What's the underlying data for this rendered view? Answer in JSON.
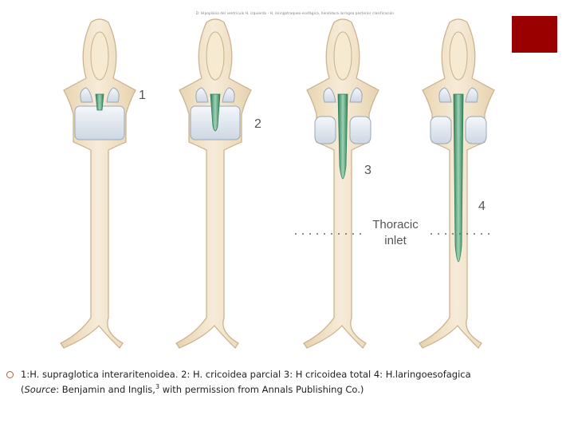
{
  "header": {
    "tiny_caption": "D. Hipoplasia del ventrículo H. izquierdo - H. laringotraqueo-esofágica, hendidura laríngea posterior clasificación"
  },
  "figure": {
    "labels": {
      "type1": "1",
      "type2": "2",
      "type3": "3",
      "type4": "4",
      "thoracic_line1": "Thoracic",
      "thoracic_line2": "inlet"
    }
  },
  "caption": {
    "main": "1:H. supraglotica interaritenoidea. 2: H. cricoidea parcial 3: H cricoidea total 4: H.laringoesofagica",
    "source_open": "(",
    "source_label": "Source",
    "source_rest": ": Benjamin and Inglis,",
    "source_ref": "3",
    "source_end": " with permission from Annals Publishing Co.)"
  },
  "colors": {
    "accent": "#990000",
    "tube_fill": "#f1e2c7",
    "tube_stroke": "#c9b089",
    "cartilage": "#dfe6ef",
    "cleft": "#4c9c72"
  }
}
